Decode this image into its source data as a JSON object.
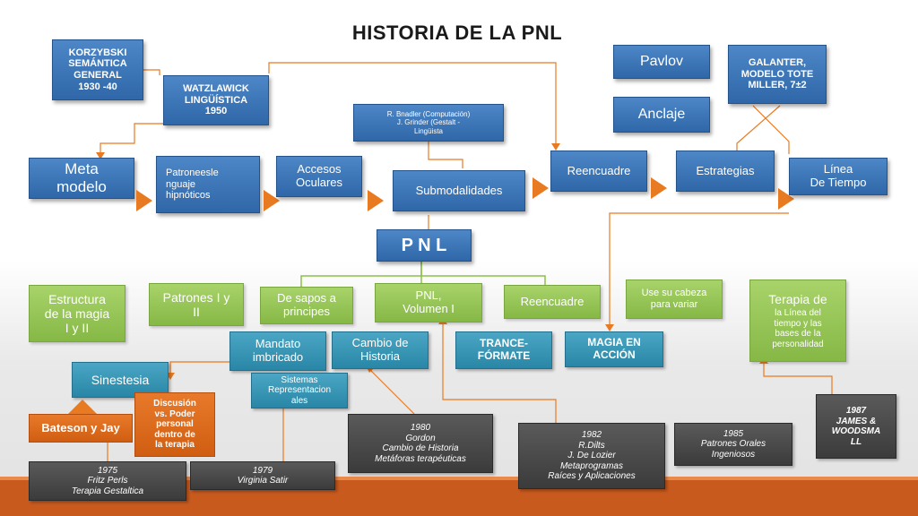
{
  "title": "HISTORIA DE LA PNL",
  "top": {
    "korzybski": "KORZYBSKI\nSEMÁNTICA\nGENERAL\n1930 -40",
    "watzlawick": "WATZLAWICK\nLINGÜÍSTICA\n1950",
    "bandler": "R. Bnadler (Computación)\nJ. Grinder (Gestalt -\nLingüista",
    "pavlov": "Pavlov",
    "anclaje": "Anclaje",
    "galanter": "GALANTER,\nMODELO TOTE\nMILLER,  7±2"
  },
  "flow": {
    "meta": "Meta\nmodelo",
    "patrones": "Patroneesle\nnguaje\nhipnóticos",
    "accesos": "Accesos\nOculares",
    "submod": "Submodalidades",
    "reencuadre": "Reencuadre",
    "estrategias": "Estrategias",
    "linea": "Línea\nDe Tiempo"
  },
  "pnl": "P N L",
  "green": {
    "estructura": "Estructura\nde la magia\nI y II",
    "patrones": "Patrones I y\nII",
    "desapos": "De sapos a\nprincipes",
    "pnlvol": "PNL,\nVolumen   I",
    "reencuadre": "Reencuadre",
    "cabeza": "Use su cabeza\npara variar",
    "terapia_title": "Terapia de",
    "terapia_sub": "la Línea del\ntiempo y las\nbases de la\npersonalidad"
  },
  "teal": {
    "mandato": "Mandato\nimbricado",
    "cambio": "Cambio de\nHistoria",
    "trance": "TRANCE-\nFÓRMATE",
    "magia": "MAGIA EN\nACCIÓN",
    "sinestesia": "Sinestesia",
    "sistemas": "Sistemas\nRepresentacion\nales"
  },
  "orange": {
    "bateson": "Bateson y Jay",
    "discusion": "Discusión\nvs. Poder\npersonal\ndentro de\nla terapia"
  },
  "dark": {
    "d1975": "1975\nFritz Perls\nTerapia Gestaltica",
    "d1979": "1979\nVirginia Satir",
    "d1980": "1980\nGordon\nCambio de Historia\nMetáforas terapéuticas",
    "d1982": "1982\nR.Dilts\nJ. De Lozier\nMetaprogramas\nRaíces y Aplicaciones",
    "d1985": "1985\nPatrones Orales\nIngeniosos",
    "d1987": "1987\nJAMES &\nWOODSMA\nLL"
  },
  "colors": {
    "blue": "#2f67a8",
    "green": "#8cbf4a",
    "teal": "#2a86a6",
    "orange": "#e87a22",
    "dark": "#444444"
  }
}
